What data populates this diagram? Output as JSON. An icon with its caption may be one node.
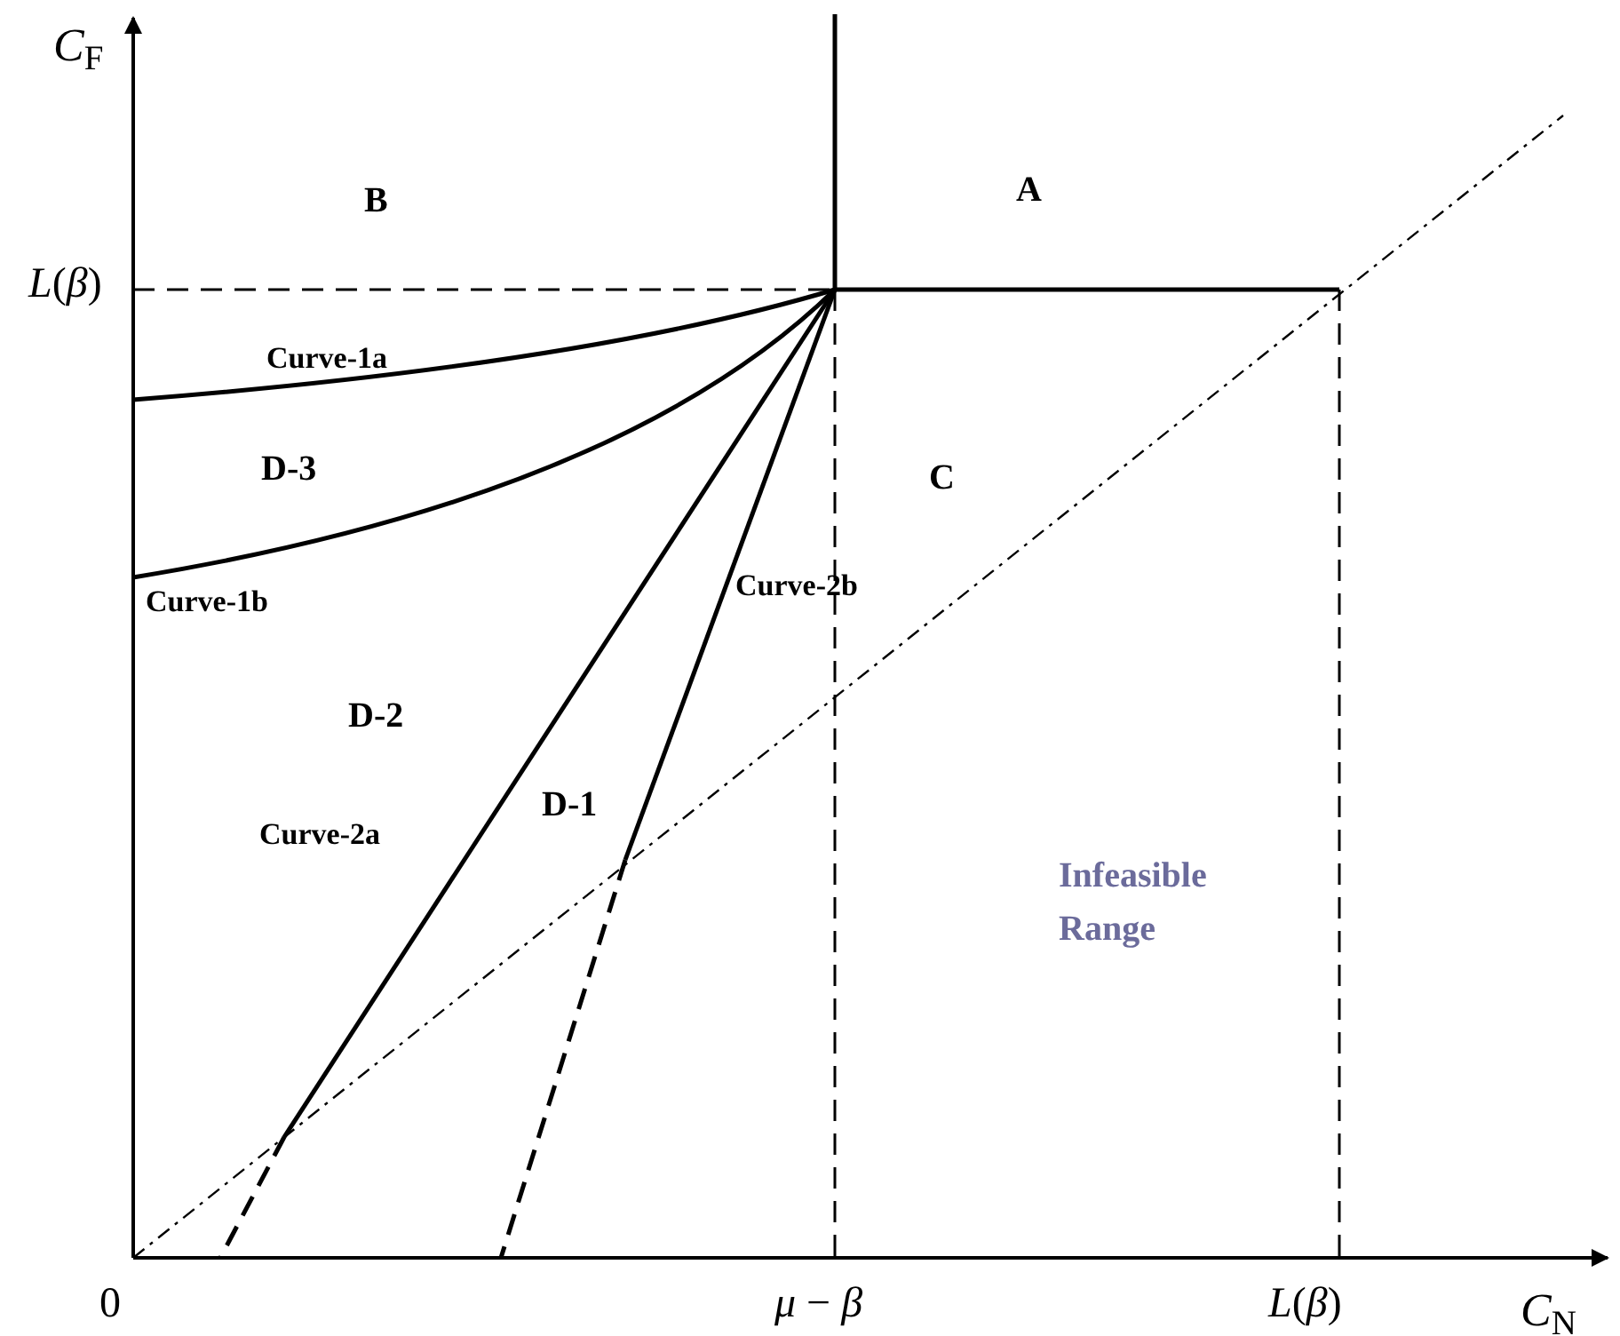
{
  "diagram": {
    "labels": [
      "*C*$_{F}$",
      "B",
      "A",
      "*L*(*β*)",
      "Curve-1a",
      "D-3",
      "C",
      "Curve-1b",
      "Curve-2b",
      "D-2",
      "D-1",
      "Curve-2a",
      "Infeasible Range",
      "0",
      "*μ* − *β*",
      "*L*(*β*)",
      "*C*$_{N}$"
    ]
  }
}
